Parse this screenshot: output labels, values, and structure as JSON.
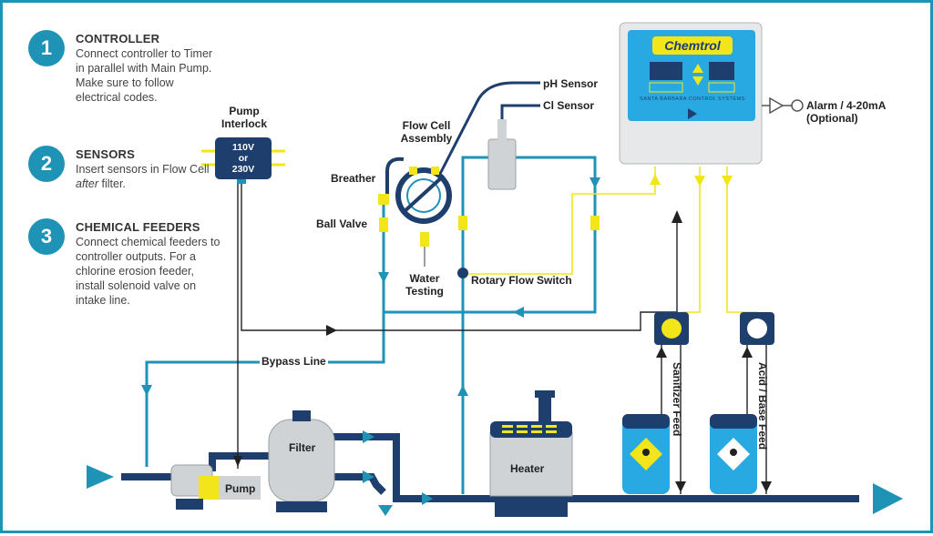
{
  "steps": [
    {
      "number": "1",
      "title": "CONTROLLER",
      "body": "Connect controller to Timer in parallel with Main Pump. Make sure to follow electrical codes."
    },
    {
      "number": "2",
      "title": "SENSORS",
      "body_before": "Insert sensors in Flow Cell ",
      "body_em": "after",
      "body_after": " filter."
    },
    {
      "number": "3",
      "title": "CHEMICAL FEEDERS",
      "body": "Connect chemical feeders to controller outputs.  For a chlorine erosion feeder, install solenoid valve on intake line."
    }
  ],
  "interlock": {
    "title_line1": "Pump",
    "title_line2": "Interlock",
    "v1": "110V",
    "or": "or",
    "v2": "230V"
  },
  "labels": {
    "flow_cell_1": "Flow Cell",
    "flow_cell_2": "Assembly",
    "breather": "Breather",
    "ball_valve": "Ball Valve",
    "water_testing_1": "Water",
    "water_testing_2": "Testing",
    "rotary_flow_switch": "Rotary Flow Switch",
    "ph_sensor": "pH Sensor",
    "cl_sensor": "Cl Sensor",
    "alarm_1": "Alarm / 4-20mA",
    "alarm_2": "(Optional)",
    "bypass_line": "Bypass Line",
    "filter": "Filter",
    "heater": "Heater",
    "pump": "Pump",
    "sanitizer_feed": "Sanitizer Feed",
    "acid_base_feed": "Acid / Base Feed"
  },
  "controller": {
    "brand": "Chemtrol",
    "maker": "SANTA BARBARA CONTROL SYSTEMS"
  },
  "colors": {
    "pipe": "#1e3f6e",
    "flow": "#1f93b5",
    "signal": "#f2e51a",
    "accent": "#1f93b5"
  },
  "icons": {
    "pump_interlock": "junction-box-icon",
    "feeders": "hazard-icon"
  }
}
